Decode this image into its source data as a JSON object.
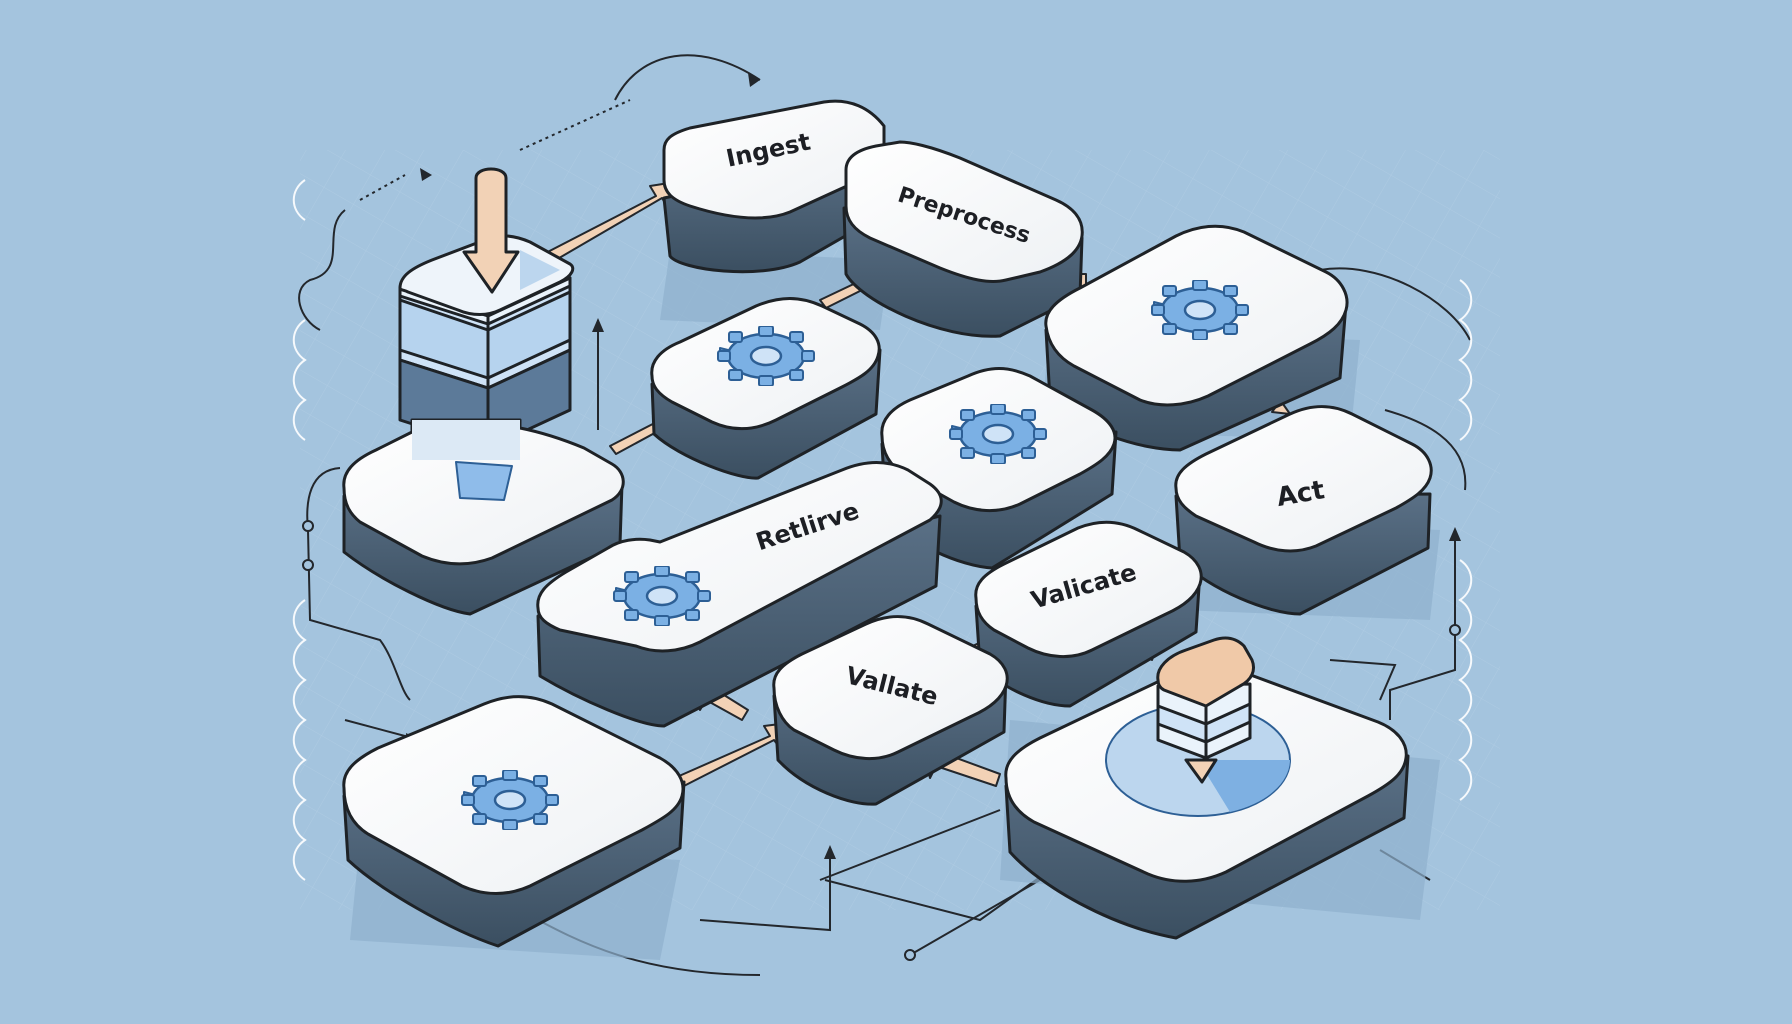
{
  "diagram": {
    "background_color": "#a4c4de",
    "accent_colors": {
      "box_top": "#f7f8f9",
      "box_side": "#4f6478",
      "box_side_dark": "#3a4d5e",
      "outline": "#1e2226",
      "arrow_fill": "#f2d2b6",
      "gear": "#6aa0d8",
      "data_layer_blue": "#cfe3f7",
      "data_layer_peach": "#f0c9a8"
    },
    "nodes": {
      "ingest": {
        "label": "Ingest"
      },
      "preprocess": {
        "label": "Preprocess"
      },
      "retrieve": {
        "label": "Retlirve"
      },
      "validate_upper": {
        "label": "Valicate"
      },
      "validate_lower": {
        "label": "Vallate"
      },
      "act": {
        "label": "Act"
      }
    },
    "icons": {
      "gear": "gear-icon",
      "database": "database-icon",
      "tray": "tray-icon"
    }
  }
}
